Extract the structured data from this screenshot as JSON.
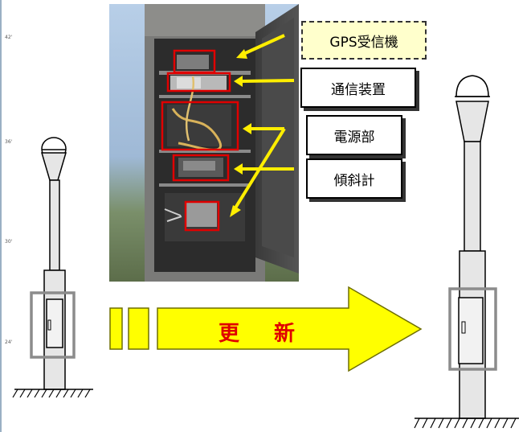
{
  "labels": {
    "gps": "GPS受信機",
    "comm": "通信装置",
    "power": "電源部",
    "tilt": "傾斜計"
  },
  "update": {
    "char1": "更",
    "char2": "新"
  },
  "ruler_ticks": [
    "42'",
    "36'",
    "30'",
    "24'"
  ],
  "colors": {
    "arrow_fill": "#ffff00",
    "arrow_stroke": "#6e6e00",
    "text_red": "#e00000",
    "highlight_red": "#e00000",
    "label_arrow": "#ffee00",
    "gps_bg": "#ffffcc",
    "door_frame": "#8c8c8c"
  }
}
